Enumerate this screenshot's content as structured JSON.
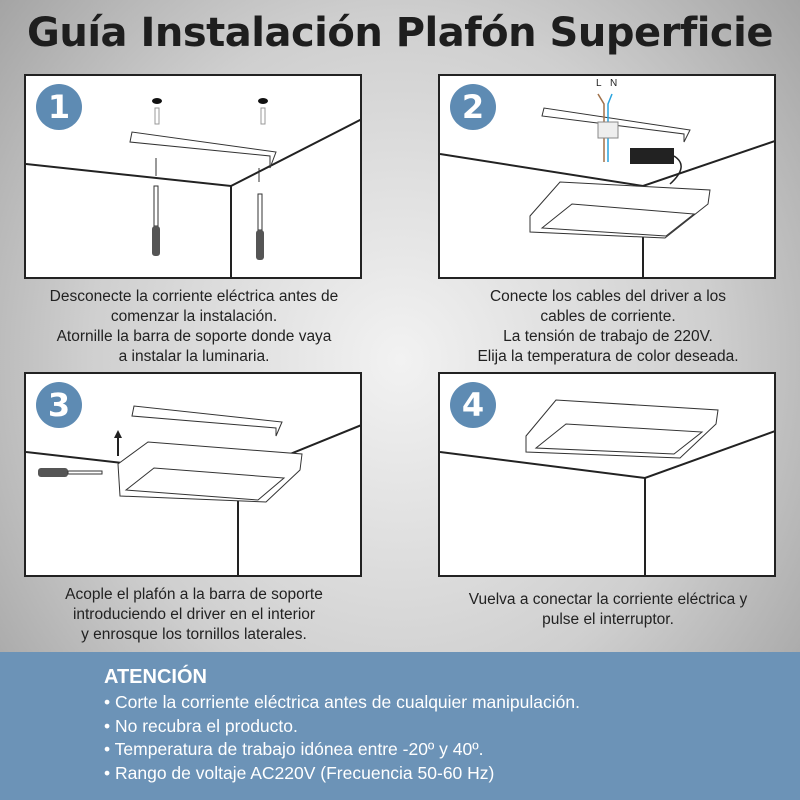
{
  "title": "Guía Instalación Plafón Superficie",
  "steps": [
    {
      "number": "1",
      "caption": [
        "Desconecte la corriente eléctrica antes de",
        "comenzar la instalación.",
        "Atornille la barra de soporte donde vaya",
        "a instalar la luminaria."
      ]
    },
    {
      "number": "2",
      "wire_labels": [
        "L",
        "N"
      ],
      "caption": [
        "Conecte los cables del driver a los",
        "cables de corriente.",
        "La tensión de trabajo de 220V.",
        "Elija la temperatura de color deseada."
      ]
    },
    {
      "number": "3",
      "caption": [
        "Acople el plafón a la barra de soporte",
        "introduciendo el driver en el interior",
        "y enrosque los tornillos laterales."
      ]
    },
    {
      "number": "4",
      "caption": [
        "Vuelva a conectar la corriente eléctrica y",
        "pulse el interruptor."
      ]
    }
  ],
  "attention": {
    "heading": "ATENCIÓN",
    "items": [
      "• Corte la corriente eléctrica antes de cualquier manipulación.",
      "• No recubra el producto.",
      "• Temperatura de trabajo idónea entre -20º y 40º.",
      "• Rango de voltaje AC220V (Frecuencia 50-60 Hz)"
    ]
  },
  "colors": {
    "accent": "#5e8bb3",
    "band": "#6c93b7",
    "wire_l": "#a0714a",
    "wire_n": "#29a3de"
  }
}
